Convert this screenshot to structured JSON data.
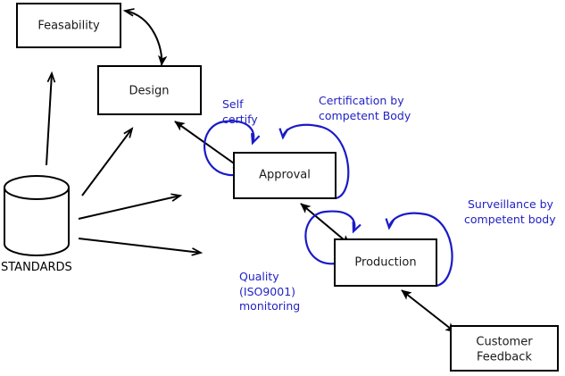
{
  "diagram": {
    "title": "Standards driven product lifecycle diagram",
    "colors": {
      "node_stroke": "#000000",
      "node_fill": "#ffffff",
      "flow_arrow": "#000000",
      "annotation_blue": "#2222c4",
      "loop_blue": "#1a1ac8"
    },
    "nodes": [
      {
        "id": "feasability",
        "label": "Feasability",
        "shape": "rectangle"
      },
      {
        "id": "design",
        "label": "Design",
        "shape": "rectangle"
      },
      {
        "id": "approval",
        "label": "Approval",
        "shape": "rectangle"
      },
      {
        "id": "production",
        "label": "Production",
        "shape": "rectangle"
      },
      {
        "id": "customer-feedback",
        "label_line1": "Customer",
        "label_line2": "Feedback",
        "shape": "rectangle"
      },
      {
        "id": "standards",
        "label": "STANDARDS",
        "shape": "cylinder"
      }
    ],
    "annotations": [
      {
        "id": "self-certify",
        "line1": "Self",
        "line2": "certify",
        "attached_to": "approval"
      },
      {
        "id": "certification-by-competent-body",
        "line1": "Certification by",
        "line2": "competent Body",
        "attached_to": "approval"
      },
      {
        "id": "quality-iso9001-monitoring",
        "line1": "Quality",
        "line2": "(ISO9001)",
        "line3": "monitoring",
        "attached_to": "production"
      },
      {
        "id": "surveillance-by-competent-body",
        "line1": "Surveillance by",
        "line2": "competent body",
        "attached_to": "production"
      }
    ],
    "connections": [
      {
        "from": "feasability",
        "to": "design",
        "style": "double-headed-curve"
      },
      {
        "from": "standards",
        "to": "feasability",
        "style": "arrow"
      },
      {
        "from": "standards",
        "to": "design",
        "style": "arrow"
      },
      {
        "from": "standards",
        "to": "approval",
        "style": "arrow"
      },
      {
        "from": "standards",
        "to": "production",
        "style": "arrow"
      },
      {
        "from": "approval",
        "to": "design",
        "style": "double-headed-arrow"
      },
      {
        "from": "production",
        "to": "approval",
        "style": "double-headed-arrow"
      },
      {
        "from": "customer-feedback",
        "to": "production",
        "style": "double-headed-arrow"
      }
    ]
  }
}
